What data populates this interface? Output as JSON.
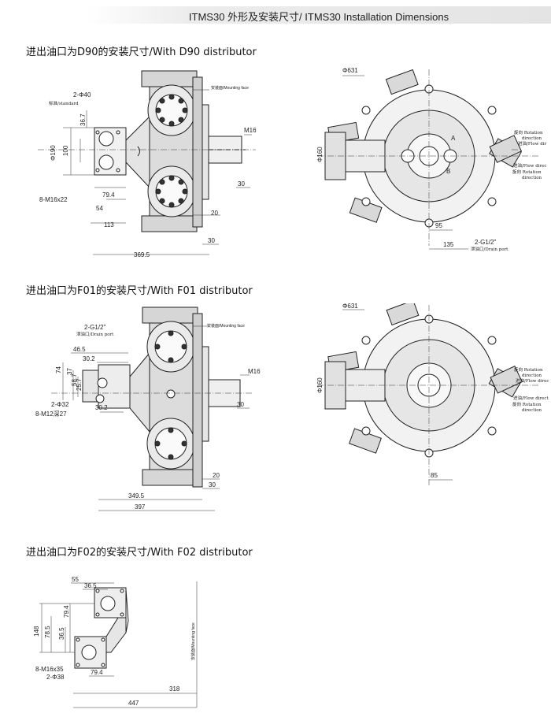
{
  "header": {
    "title": "ITMS30 外形及安装尺寸/ ITMS30 Installation Dimensions"
  },
  "sections": [
    {
      "title": "进出油口为D90的安装尺寸/With D90 distributor",
      "side": {
        "mounting_face": "安装面/Mounting face",
        "port_size": "2-Φ40",
        "port_note": "标准/standard",
        "bolt": "8-M16x22",
        "thread": "M16",
        "dims": [
          "36.7",
          "Φ190",
          "100",
          "79.4",
          "54",
          "113",
          "369.5",
          "30",
          "20",
          "30"
        ]
      },
      "front": {
        "dia_top": "Φ631",
        "dia_left": "Φ160",
        "port_a": "A",
        "port_b": "B",
        "rotation_1": "旋向 Rotation",
        "rotation_1b": "direction",
        "flow_1": "进油/Flow dir",
        "flow_2": "进油/Flow direc",
        "rotation_2": "旋向 Rotation",
        "rotation_2b": "direction",
        "drain": "2-G1/2\"",
        "drain_note": "泄油口/Drain port",
        "dims": [
          "95",
          "135"
        ]
      }
    },
    {
      "title": "进出油口为F01的安装尺寸/With F01 distributor",
      "side": {
        "mounting_face": "安装面/Mounting face",
        "drain": "2-G1/2\"",
        "drain_note": "泄油口/Drain port",
        "thread": "M16",
        "port_size": "2-Φ32",
        "bolt": "8-M12深27",
        "dims": [
          "46.5",
          "30.2",
          "74",
          "37",
          "58.7",
          "25.7",
          "30.2",
          "349.5",
          "397",
          "20",
          "30",
          "30"
        ]
      },
      "front": {
        "dia_top": "Φ631",
        "dia_left": "Φ160",
        "rotation_1": "旋向 Rotation",
        "rotation_1b": "direction",
        "flow_1": "进油/Flow direc",
        "flow_2": "进油/Flow direct",
        "rotation_2": "旋向 Rotation",
        "rotation_2b": "direction",
        "dims": [
          "85"
        ]
      }
    },
    {
      "title": "进出油口为F02的安装尺寸/With F02 distributor",
      "side": {
        "mounting_face": "安装面/Mounting face",
        "bolt": "8-M16x35",
        "port_size": "2-Φ38",
        "dims": [
          "55",
          "36.5",
          "148",
          "78.5",
          "36.5",
          "79.4",
          "79.4",
          "318",
          "447"
        ]
      }
    }
  ]
}
